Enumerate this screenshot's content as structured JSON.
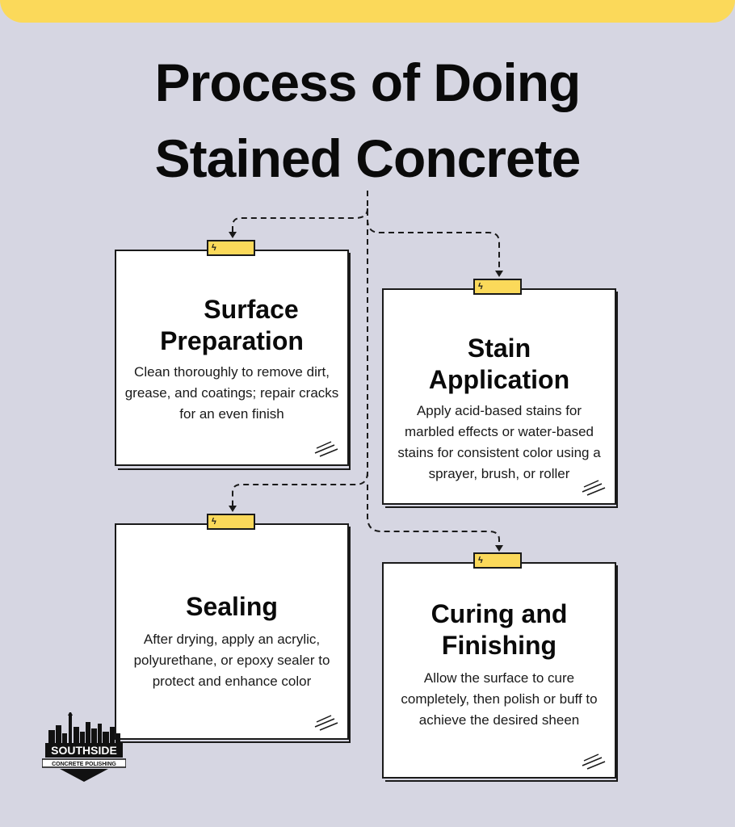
{
  "title": {
    "line1": "Process of Doing",
    "line2": "Stained Concrete"
  },
  "steps": [
    {
      "title_line1": "Surface",
      "title_line2": "Preparation",
      "text": "Clean thoroughly to remove dirt, grease, and coatings; repair cracks for an even finish"
    },
    {
      "title_line1": "Stain",
      "title_line2": "Application",
      "text": "Apply acid-based stains for marbled effects or water-based stains for consistent color using a sprayer, brush, or roller"
    },
    {
      "title_line1": "Sealing",
      "title_line2": "",
      "text": "After drying, apply an acrylic, polyurethane, or epoxy sealer to protect and enhance color"
    },
    {
      "title_line1": "Curing and",
      "title_line2": "Finishing",
      "text": "Allow the surface to cure completely, then polish or buff to achieve the desired sheen"
    }
  ],
  "logo": {
    "name": "SOUTHSIDE",
    "tagline": "CONCRETE POLISHING"
  },
  "colors": {
    "background": "#d6d6e2",
    "accent": "#fbd95a",
    "ink": "#0a0a0a"
  }
}
